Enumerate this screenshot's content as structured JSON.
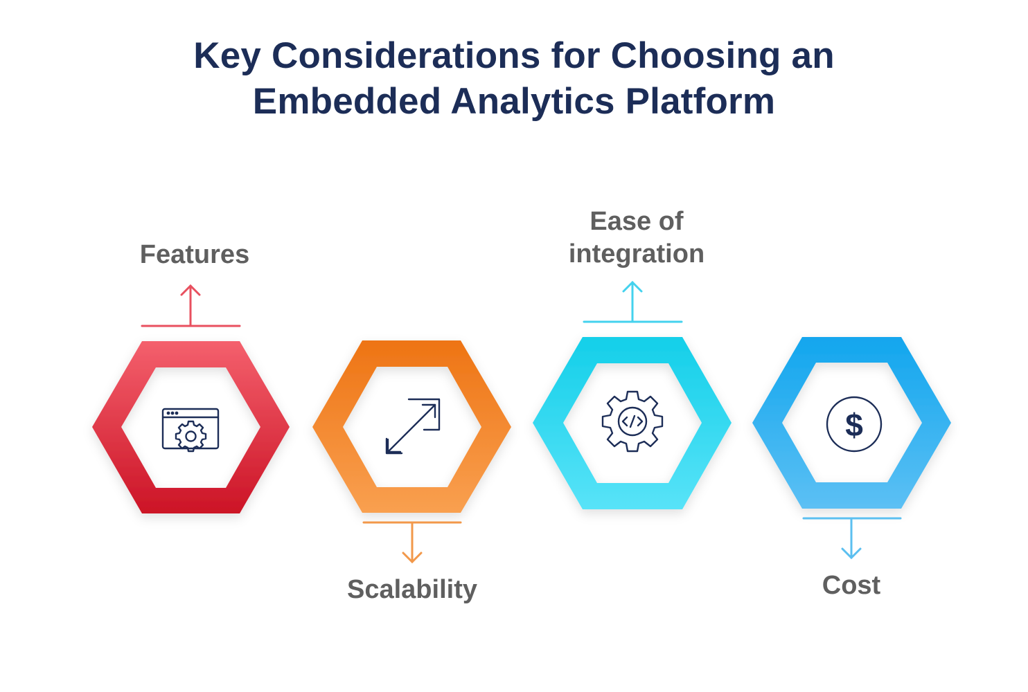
{
  "title": {
    "line1": "Key Considerations for Choosing an",
    "line2": "Embedded Analytics Platform"
  },
  "items": [
    {
      "label_lines": [
        "Features"
      ],
      "icon": "browser-gear-icon",
      "arrow": "up",
      "color_top": "#f4606d",
      "color_bottom": "#cc1426",
      "line_color": "#e8505f"
    },
    {
      "label_lines": [
        "Scalability"
      ],
      "icon": "expand-arrows-icon",
      "arrow": "down",
      "color_top": "#ee7414",
      "color_bottom": "#f9a050",
      "line_color": "#f2984a"
    },
    {
      "label_lines": [
        "Ease of",
        "integration"
      ],
      "icon": "code-gear-icon",
      "arrow": "up",
      "color_top": "#14cfe9",
      "color_bottom": "#58e3f8",
      "line_color": "#44d2ee"
    },
    {
      "label_lines": [
        "Cost"
      ],
      "icon": "dollar-coin-icon",
      "arrow": "down",
      "color_top": "#12a6ee",
      "color_bottom": "#5cc0f4",
      "line_color": "#5bbff0"
    }
  ]
}
